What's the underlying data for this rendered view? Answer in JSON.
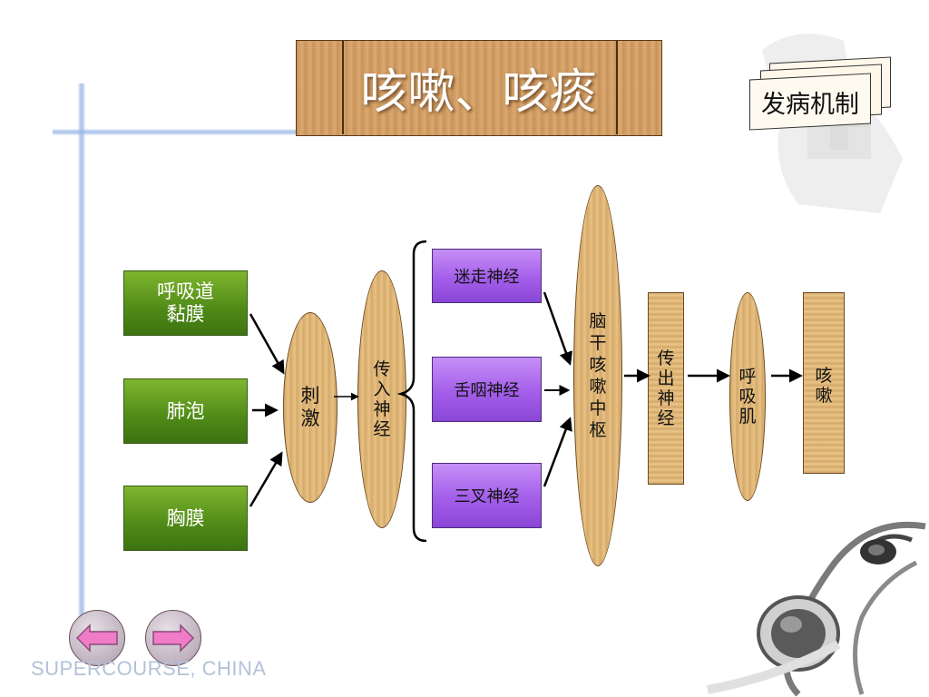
{
  "title": "咳嗽、咳痰",
  "badge": "发病机制",
  "diagram": {
    "sources": [
      "呼吸道\n黏膜",
      "肺泡",
      "胸膜"
    ],
    "stimulus": "刺\n激",
    "afferent": "传\n入\n神\n经",
    "nerves": [
      "迷走神经",
      "舌咽神经",
      "三叉神经"
    ],
    "center": "脑\n干\n咳\n嗽\n中\n枢",
    "efferent": "传\n出\n神\n经",
    "muscle": "呼\n吸\n肌",
    "result": "咳\n嗽"
  },
  "footer": "SUPERCOURSE, CHINA",
  "nav": {
    "prev": "previous-slide",
    "next": "next-slide"
  },
  "colors": {
    "source_box": "#5c9a1f",
    "nerve_box": "#a35ee9",
    "wood": "#d9a468"
  }
}
